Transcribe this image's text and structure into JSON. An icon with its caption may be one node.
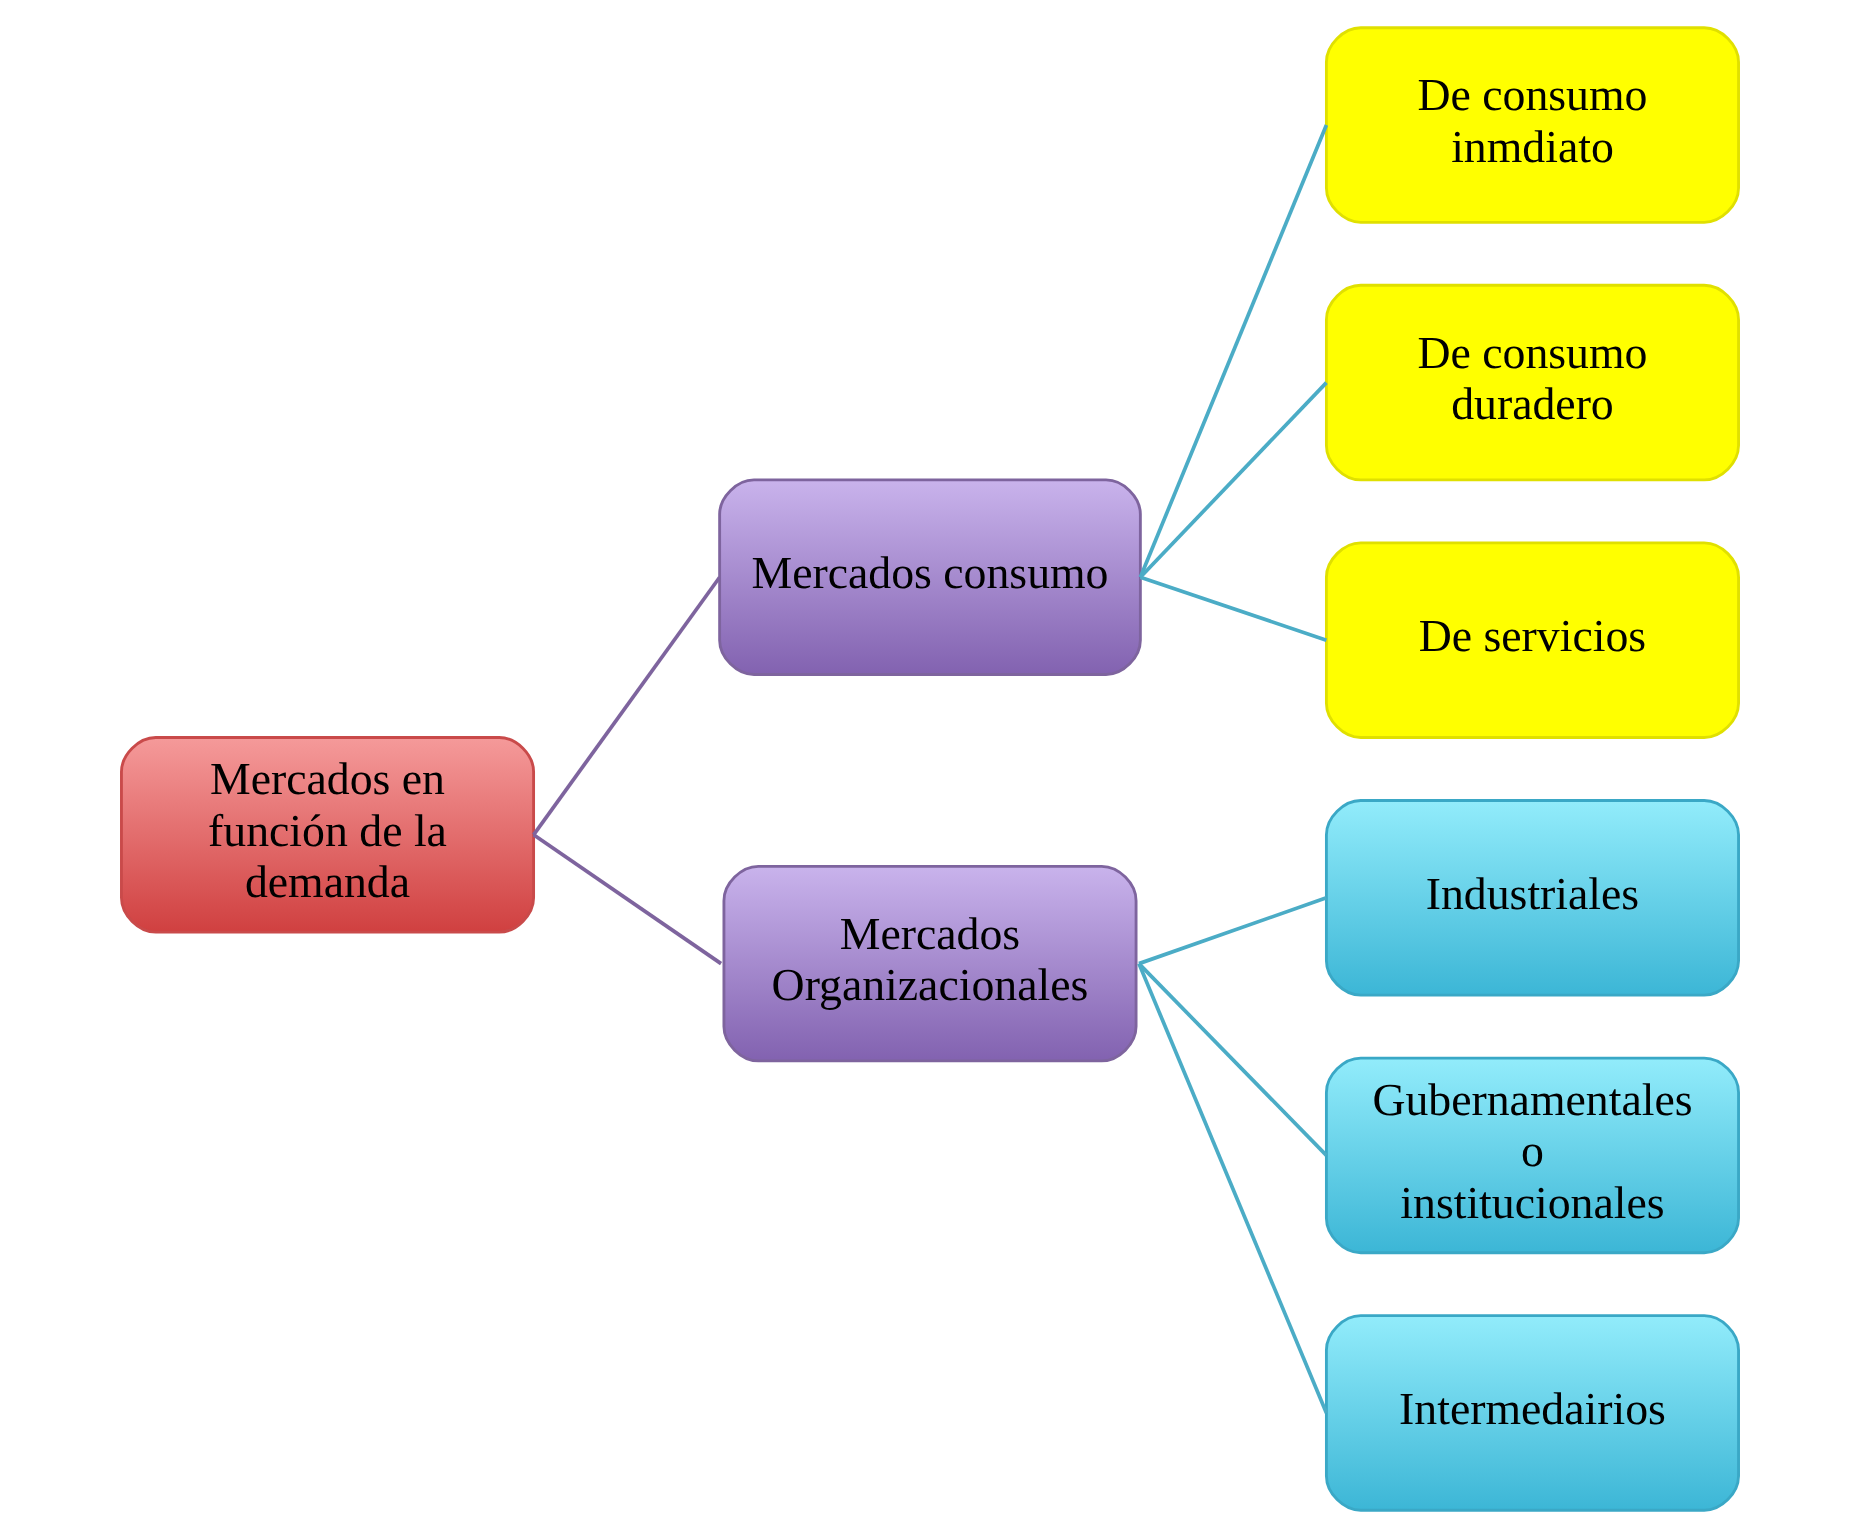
{
  "diagram": {
    "nodes": [
      {
        "text": [
          "Mercados en función de la demanda"
        ]
      },
      {
        "text": [
          "Mercados consumo"
        ]
      },
      {
        "text": [
          "De consumo inmdiato"
        ]
      },
      {
        "text": [
          "De consumo duradero"
        ]
      },
      {
        "text": [
          "De servicios"
        ]
      },
      {
        "text": [
          "Mercados Organizacionales"
        ]
      },
      {
        "text": [
          "Industriales"
        ]
      },
      {
        "text": [
          "Gubernamentales o institucionales"
        ]
      },
      {
        "text": [
          "Intermedairios"
        ]
      }
    ],
    "edges": [
      {
        "from": 0,
        "to": 1,
        "arrow": "none",
        "color": "#7e649e"
      },
      {
        "from": 1,
        "to": 2,
        "arrow": "none"
      },
      {
        "from": 1,
        "to": 3,
        "arrow": "none"
      },
      {
        "from": 1,
        "to": 4,
        "arrow": "none"
      },
      {
        "from": 0,
        "to": 5,
        "arrow": "none",
        "color": "#7e649e"
      },
      {
        "from": 5,
        "to": 6,
        "arrow": "none"
      },
      {
        "from": 5,
        "to": 7,
        "arrow": "none"
      },
      {
        "from": 5,
        "to": 8,
        "arrow": "none"
      }
    ]
  }
}
